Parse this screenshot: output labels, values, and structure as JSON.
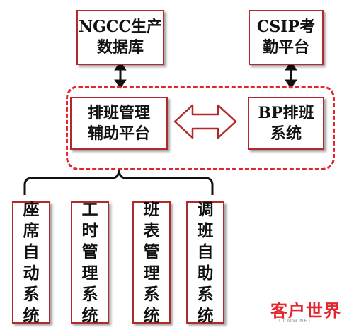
{
  "nodes": {
    "ngcc": "NGCC生产\n数据库",
    "csip": "CSIP考\n勤平台",
    "scheduling_aid": "排班管理\n辅助平台",
    "bp": "BP排班\n系统",
    "seat_auto": "座\n席\n自\n动\n系\n统",
    "work_hours": "工\n时\n管\n理\n系\n统",
    "shift_table": "班\n表\n管\n理\n系\n统",
    "shift_swap": "调\n班\n自\n助\n系\n统"
  },
  "watermark": {
    "brand": "客户世界",
    "site": "CCMW.NET"
  },
  "colors": {
    "border": "#b0292b",
    "dashed_group": "#e3262d",
    "arrow_fill": "#ffffff",
    "arrow_stroke": "#b0292b",
    "connector": "#111111"
  }
}
